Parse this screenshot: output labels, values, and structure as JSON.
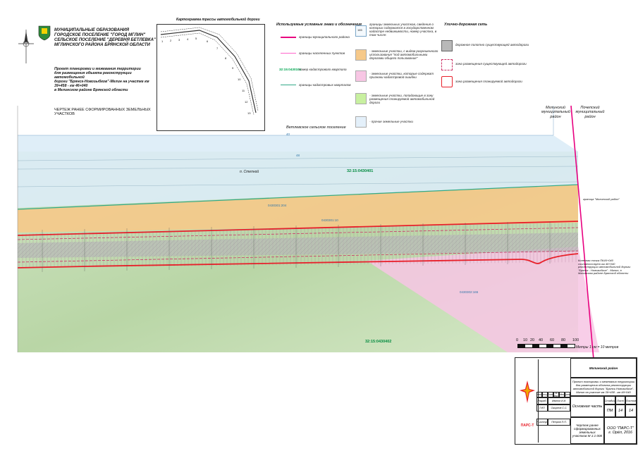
{
  "header": {
    "title_lines": [
      "МУНИЦИПАЛЬНЫЕ ОБРАЗОВАНИЯ",
      "ГОРОДСКОЕ ПОСЕЛЕНИЕ \"ГОРОД МГЛИН\"",
      "СЕЛЬСКОЕ ПОСЕЛЕНИЕ \"ДЕРЕВНЯ БЕТЛЕВКА\"",
      "МГЛИНСКОГО РАЙОНА БРЯНСКОЙ ОБЛАСТИ"
    ],
    "project_lines": [
      "Проект планировки и межевания территории",
      "для размещения объекта реконструкции автомобильной",
      "дороги \"Брянск-Новозыбков\"-Мглин на участке км 39+458 - км 46+040",
      "в Мглинском районе Брянской области"
    ],
    "drawing_title": "ЧЕРТЕЖ РАНЕЕ СФОРМИРОВАННЫХ ЗЕМЕЛЬНЫХ УЧАСТКОВ"
  },
  "inset": {
    "title": "Картограмма трассы автомобильной дороги",
    "numbers": [
      "1",
      "2",
      "3",
      "4",
      "5",
      "6",
      "7",
      "8",
      "9",
      "10",
      "11",
      "12",
      "13"
    ]
  },
  "legend": {
    "title": "Используемые условные знаки и обозначения",
    "items": [
      {
        "label": "границы муниципального района",
        "color": "#e8007f"
      },
      {
        "label": "границы населенных пунктов",
        "color": "#ff66cc"
      },
      {
        "label": "номер кадастрового квартала",
        "code": "32:15:0430101",
        "color": "#00a651"
      },
      {
        "label": "границы кадастровых кварталов",
        "color": "#33aa88"
      }
    ],
    "parcels": [
      {
        "label": "границы земельных участков, сведения о которых содержатся в государственном кадастре недвижимости, номер участка, в том числе:",
        "code": "165"
      },
      {
        "label": "- земельные участки, с видом разрешенного использования \"под автомобильными дорогами общего пользования\"",
        "color": "#f6c98a"
      },
      {
        "label": "- земельные участки, которые содержат признаки кадастровой ошибки",
        "color": "#f7c6e4"
      },
      {
        "label": "- земельные участки, попадающие в зону размещения планируемой автомобильной дороги",
        "color": "#c8f0a0"
      },
      {
        "label": "- прочие земельные участки",
        "color": "#e4f0fa"
      }
    ],
    "road_title": "Улично-дорожная сеть",
    "road": [
      {
        "label": "дорожное полотно существующей автодороги",
        "color": "#b8b8b8"
      },
      {
        "label": "зона размещения существующей автодороги",
        "color": "#cc3366"
      },
      {
        "label": "зона размещения планируемой автодороги",
        "color": "#e8202a"
      }
    ]
  },
  "map": {
    "labels": {
      "district_west": "Мглинский муниципальный район",
      "district_east": "Почепский муниципальный район",
      "settlement": "Ветлевское сельское поселение",
      "village": "п. Степной",
      "quarter_1": "32:15:0430401",
      "quarter_2": "32:15:0430402",
      "parcel_40": "40",
      "parcel_48": "48",
      "parcel_a": "0430301:204",
      "parcel_b": "0430301:10",
      "parcel_c": "0430302:165",
      "parcel_note": "граница \"Мглинский район\"",
      "km_note": "Конечная точка ПК46+040 соответствует км 46+040 реконструкции автомобильной дороги \"Брянск - Новозыбков\" - Мглин, в Мглинском районе Брянской области"
    },
    "scale": {
      "ticks": [
        "0",
        "10",
        "20",
        "40",
        "60",
        "80",
        "100"
      ],
      "unit": "Метры",
      "ratio": "1 см = 10 метров"
    }
  },
  "stamp": {
    "region": "Мглинский район",
    "project": "Проект планировки и межевания территории для размещения объекта реконструкции автомобильной дороги \"Брянск-Новозыбков\"-Мглин на участке км 39+458 - км 46+040",
    "section": "Основная часть",
    "stage_head": "Стадия",
    "sheet_head": "Лист",
    "sheets_head": "Листов",
    "stage": "ПМ",
    "sheet": "14",
    "sheets": "14",
    "drawing": "Чертеж ранее сформированных земельных участков М 1:1 000",
    "company": "ООО \"ПАРС-Т\" г. Орёл, 2016",
    "logo_text": "ПАРС-Т",
    "cols": [
      "Изм.",
      "Кол.уч",
      "Лист",
      "№ док.",
      "Подпись",
      "Дата"
    ],
    "rows": [
      {
        "role": "Разраб.",
        "name": "Иванов И.И."
      },
      {
        "role": "ГИП",
        "name": "Смирнов С.С."
      },
      {
        "role": "Н.контр.",
        "name": "Петров П.П."
      }
    ]
  },
  "colors": {
    "district_line": "#e8007f",
    "orange_parcel": "#f6c98a",
    "pink_parcel": "#f7c6e4",
    "blue_parcel": "#dcecf7",
    "road_red": "#e8202a"
  }
}
